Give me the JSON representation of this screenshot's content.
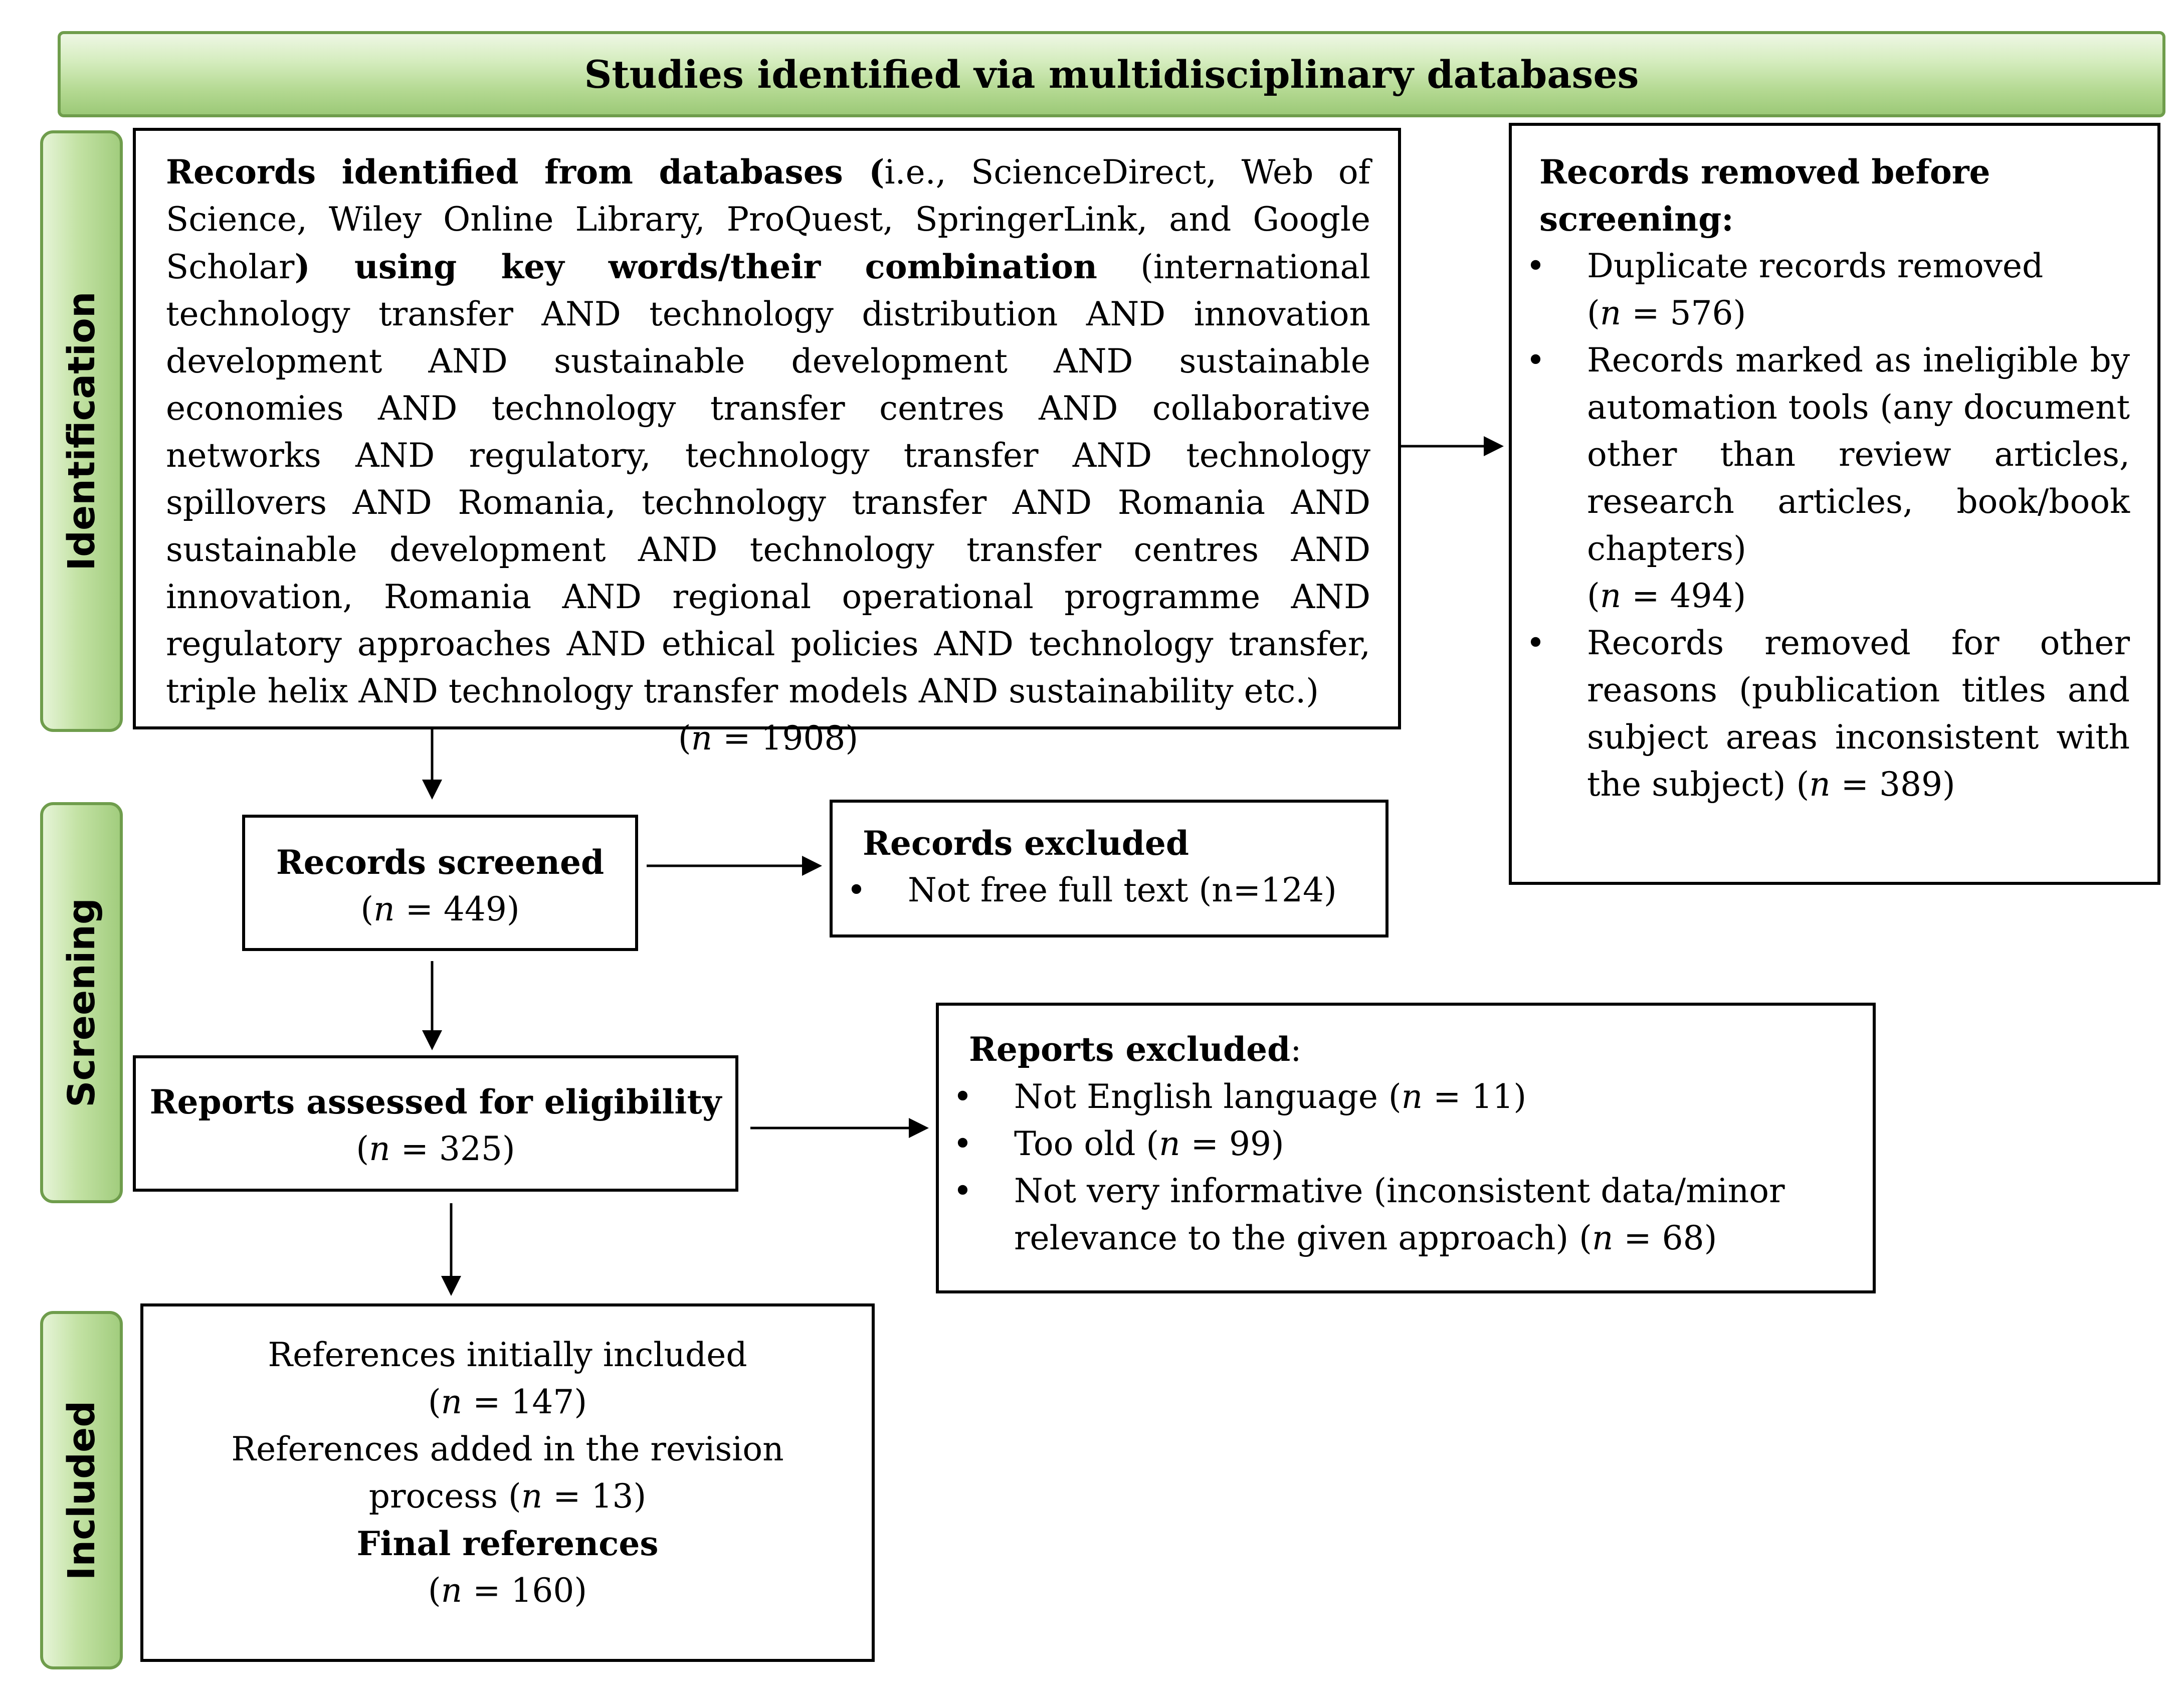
{
  "banner": {
    "title": "Studies identified via multidisciplinary databases"
  },
  "phases": {
    "identification": "Identification",
    "screening": "Screening",
    "included": "Included"
  },
  "identified": {
    "bold_1": "Records identified from databases (",
    "plain_1": "i.e., ScienceDirect, Web of Science, Wiley Online Library, ProQuest, SpringerLink, and Google Scholar",
    "bold_2": ") using key words/their combination",
    "plain_2": " (international technology transfer AND technology distribution AND innovation development AND sustainable development AND sustainable economies AND technology transfer centres AND collaborative networks AND regulatory, technology transfer AND technology spillovers AND Romania, technology transfer AND Romania AND sustainable development AND technology transfer centres AND innovation, Romania AND regional operational programme AND regulatory approaches AND ethical policies AND technology transfer, triple helix AND technology transfer models AND sustainability etc.)",
    "n_open": "(",
    "n_var": "n",
    "n_rest": " = 1908)"
  },
  "removed": {
    "heading": "Records removed before screening:",
    "items": [
      {
        "text": "Duplicate records removed",
        "n_open": "(",
        "n_var": "n",
        "n_rest": " = 576)"
      },
      {
        "text": "Records marked as ineligible by automation tools (any document other than review articles, research articles, book/book chapters)",
        "n_open": "(",
        "n_var": "n",
        "n_rest": " = 494)"
      },
      {
        "text": "Records removed for other reasons (publication titles and subject areas inconsistent with the subject) ",
        "n_open": "(",
        "n_var": "n",
        "n_rest": " = 389)"
      }
    ]
  },
  "screened": {
    "title": "Records screened",
    "n_open": "(",
    "n_var": "n",
    "n_rest": " = 449)"
  },
  "excluded": {
    "heading": "Records excluded",
    "items": [
      "Not free full text (n=124)"
    ]
  },
  "assessed": {
    "title": "Reports assessed for eligibility",
    "n_open": "(",
    "n_var": "n",
    "n_rest": " = 325)"
  },
  "reports_excluded": {
    "heading": "Reports excluded",
    "colon": ":",
    "items": [
      {
        "text": "Not English language ",
        "n_open": "(",
        "n_var": "n",
        "n_rest": " = 11)"
      },
      {
        "text": "Too old ",
        "n_open": "(",
        "n_var": "n",
        "n_rest": " = 99)"
      },
      {
        "text": "Not very informative (inconsistent data/minor relevance to the given approach) ",
        "n_open": "(",
        "n_var": "n",
        "n_rest": " = 68)"
      }
    ]
  },
  "included": {
    "line1": "References initially included",
    "line2_open": "(",
    "line2_var": "n",
    "line2_rest": " = 147)",
    "line3": "References added in the revision",
    "line4_text": "process ",
    "line4_open": "(",
    "line4_var": "n",
    "line4_rest": " = 13)",
    "line5": "Final references",
    "line6_open": "(",
    "line6_var": "n",
    "line6_rest": " = 160)"
  }
}
